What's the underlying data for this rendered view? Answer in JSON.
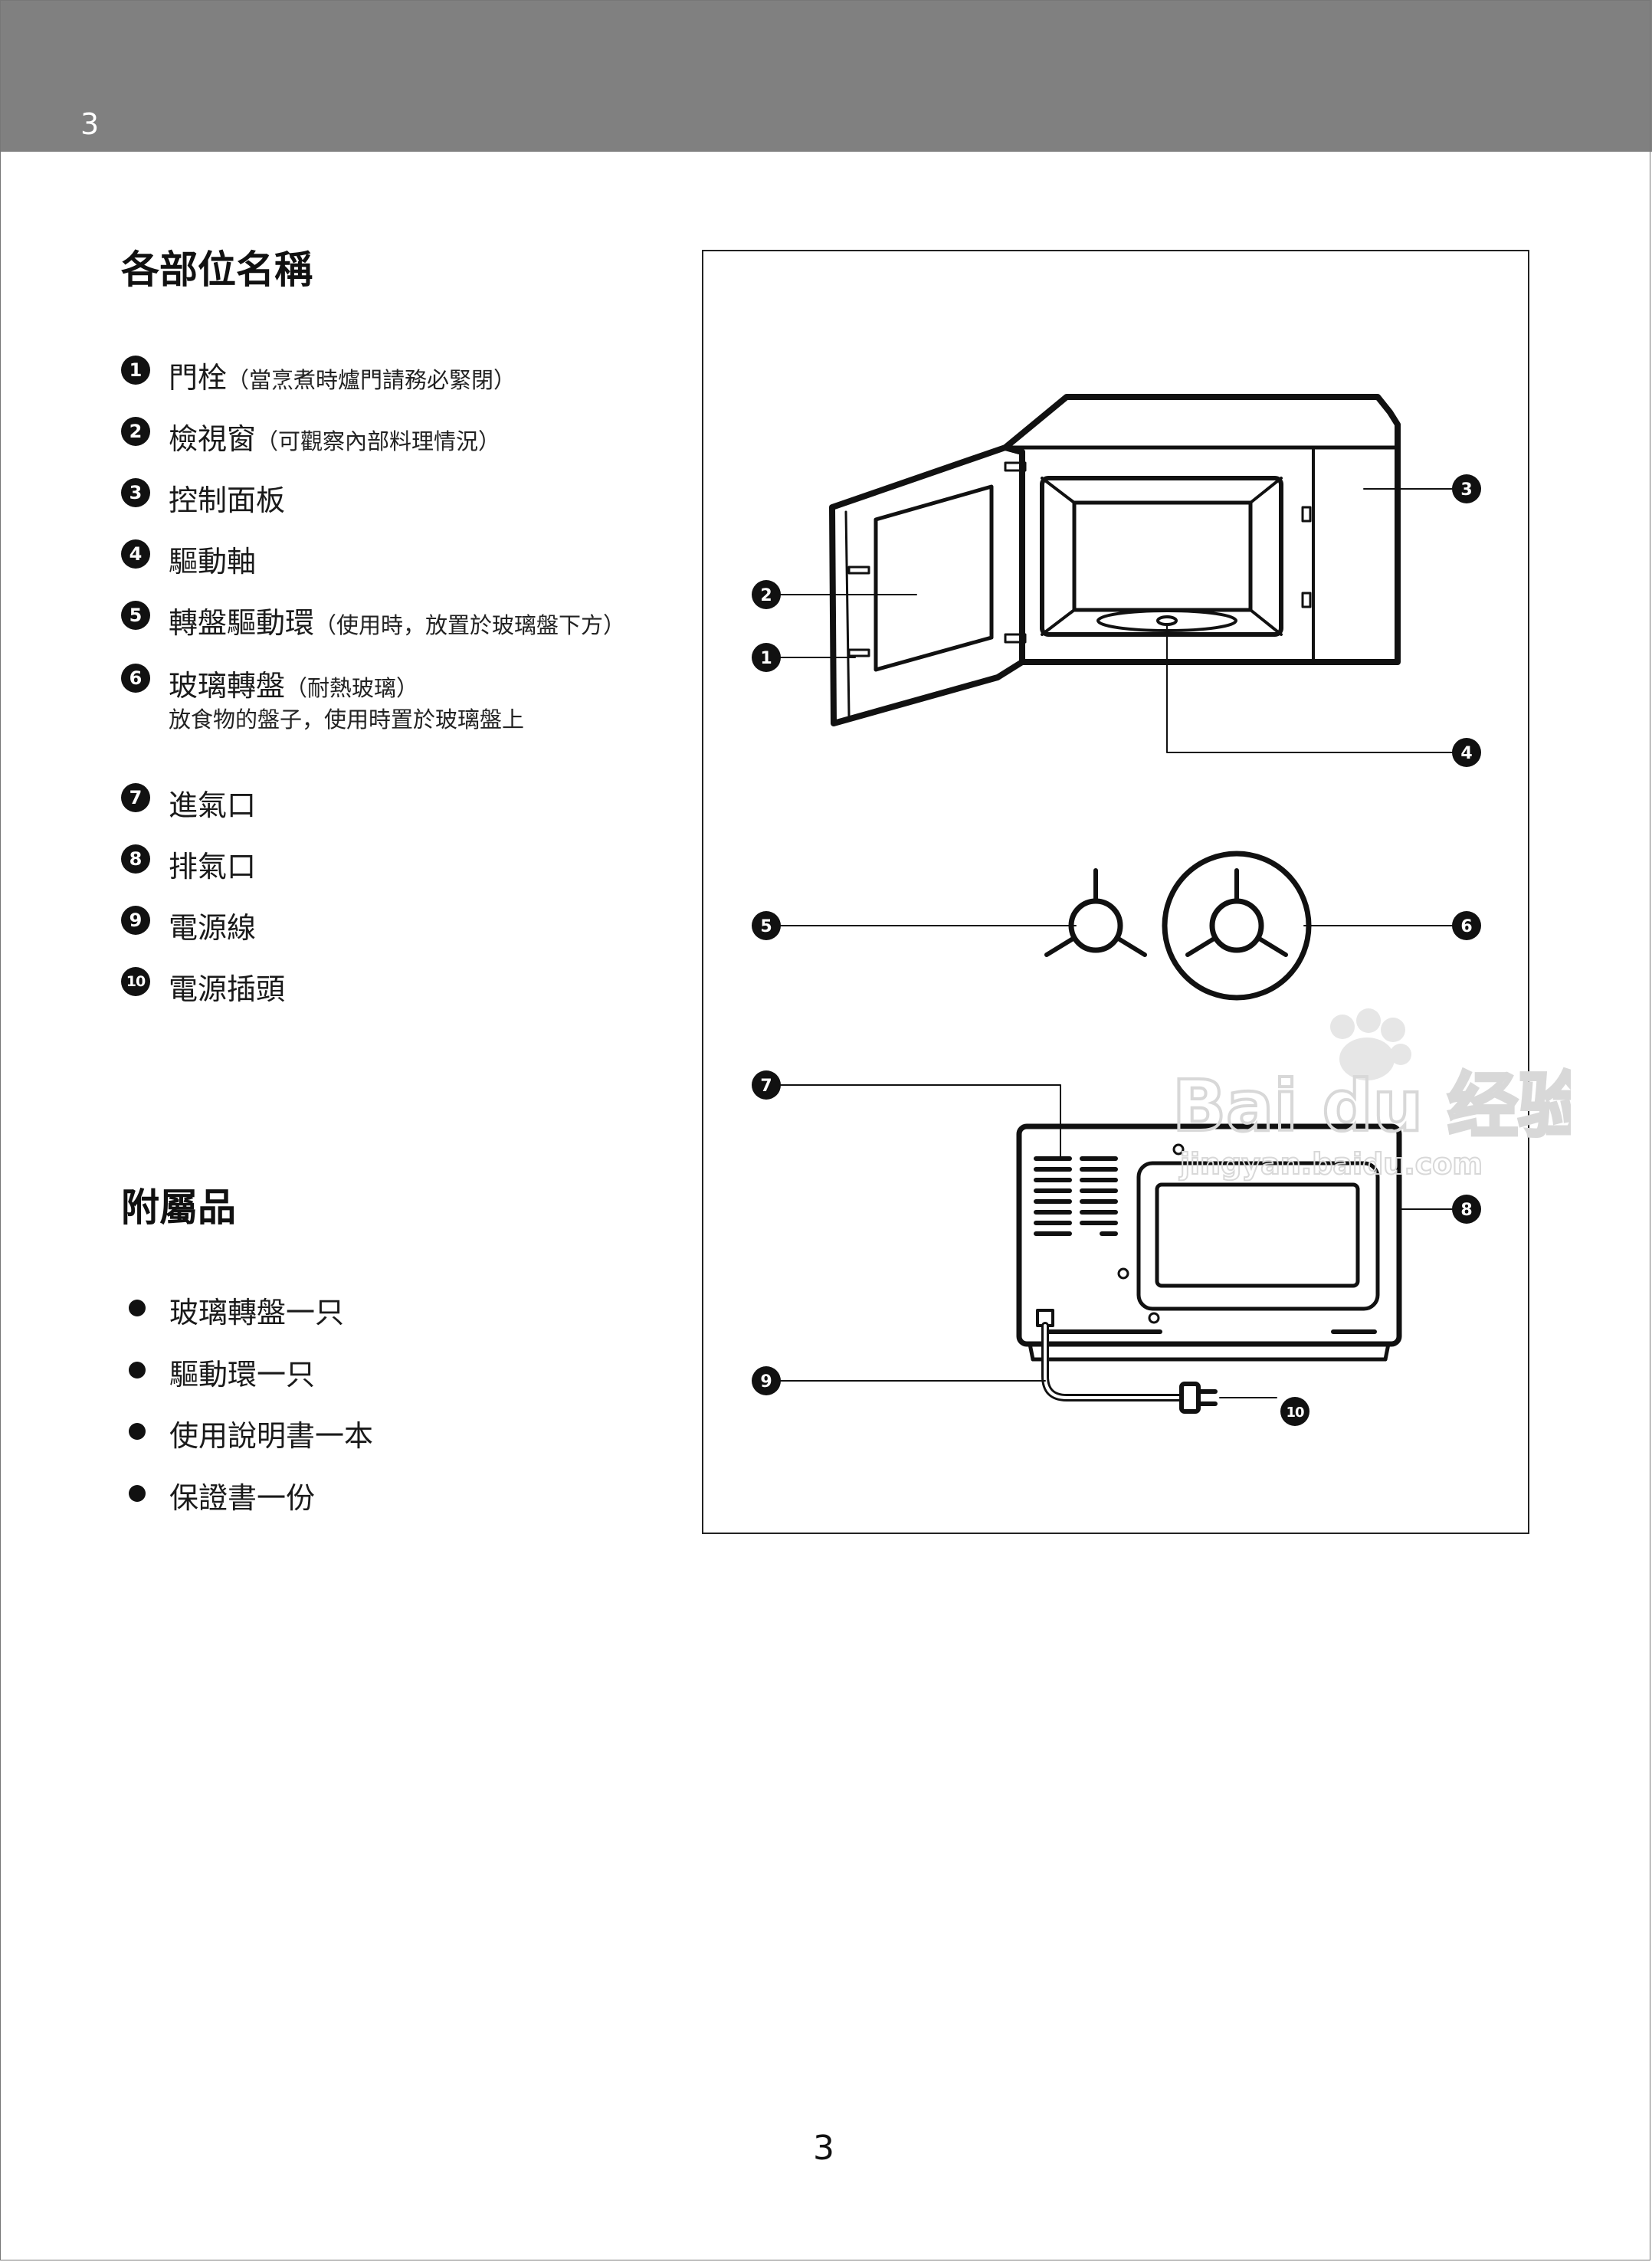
{
  "header": {
    "page_number": "3"
  },
  "parts": {
    "title": "各部位名稱",
    "items": [
      {
        "num": "1",
        "name": "門栓",
        "note": "（當烹煮時爐門請務必緊閉）",
        "sub": ""
      },
      {
        "num": "2",
        "name": "檢視窗",
        "note": "（可觀察內部料理情況）",
        "sub": ""
      },
      {
        "num": "3",
        "name": "控制面板",
        "note": "",
        "sub": ""
      },
      {
        "num": "4",
        "name": "驅動軸",
        "note": "",
        "sub": ""
      },
      {
        "num": "5",
        "name": "轉盤驅動環",
        "note": "（使用時，放置於玻璃盤下方）",
        "sub": ""
      },
      {
        "num": "6",
        "name": "玻璃轉盤",
        "note": "（耐熱玻璃）",
        "sub": "放食物的盤子，使用時置於玻璃盤上"
      },
      {
        "num": "7",
        "name": "進氣口",
        "note": "",
        "sub": ""
      },
      {
        "num": "8",
        "name": "排氣口",
        "note": "",
        "sub": ""
      },
      {
        "num": "9",
        "name": "電源線",
        "note": "",
        "sub": ""
      },
      {
        "num": "10",
        "name": "電源插頭",
        "note": "",
        "sub": ""
      }
    ]
  },
  "accessories": {
    "title": "附屬品",
    "items": [
      "玻璃轉盤一只",
      "驅動環一只",
      "使用說明書一本",
      "保證書一份"
    ]
  },
  "diagram": {
    "callouts": [
      "1",
      "2",
      "3",
      "4",
      "5",
      "6",
      "7",
      "8",
      "9",
      "10"
    ]
  },
  "watermark": {
    "brand": "Bai du 经验",
    "url": "jingyan.baidu.com"
  },
  "footer": {
    "page_number": "3"
  }
}
